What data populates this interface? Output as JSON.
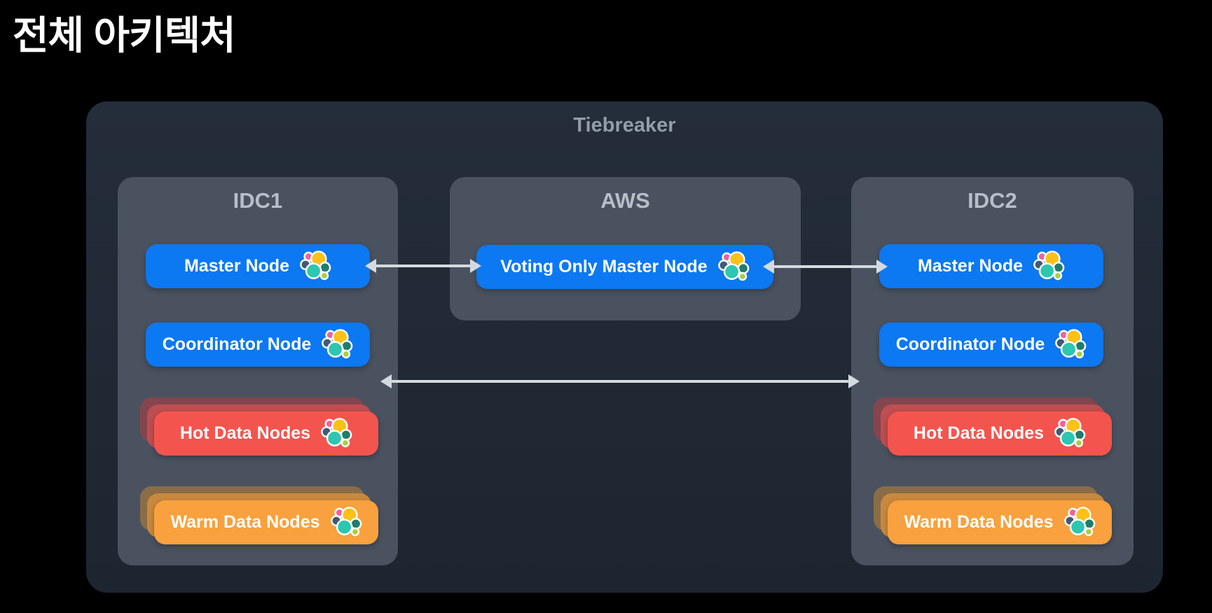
{
  "title": "전체 아키텍처",
  "cluster": {
    "tiebreaker_label": "Tiebreaker",
    "zones": [
      {
        "id": "idc1",
        "title": "IDC1",
        "nodes": [
          {
            "label": "Master Node",
            "type": "single",
            "color": "#0c78f2"
          },
          {
            "label": "Coordinator Node",
            "type": "single",
            "color": "#0c78f2"
          },
          {
            "label": "Hot Data Nodes",
            "type": "stacked",
            "color": "#f4544e"
          },
          {
            "label": "Warm Data Nodes",
            "type": "stacked",
            "color": "#f8a13e"
          }
        ]
      },
      {
        "id": "aws",
        "title": "AWS",
        "nodes": [
          {
            "label": "Voting Only Master Node",
            "type": "single",
            "color": "#0c78f2"
          }
        ]
      },
      {
        "id": "idc2",
        "title": "IDC2",
        "nodes": [
          {
            "label": "Master Node",
            "type": "single",
            "color": "#0c78f2"
          },
          {
            "label": "Coordinator Node",
            "type": "single",
            "color": "#0c78f2"
          },
          {
            "label": "Hot Data Nodes",
            "type": "stacked",
            "color": "#f4544e"
          },
          {
            "label": "Warm Data Nodes",
            "type": "stacked",
            "color": "#f8a13e"
          }
        ]
      }
    ],
    "connections": [
      {
        "from": "idc1-master-node",
        "to": "aws-voting-only-master-node",
        "style": "double-headed-arrow"
      },
      {
        "from": "aws-voting-only-master-node",
        "to": "idc2-master-node",
        "style": "double-headed-arrow"
      },
      {
        "from": "idc1-panel",
        "to": "idc2-panel",
        "style": "double-headed-arrow"
      }
    ],
    "node_icon": "elasticsearch-logo"
  },
  "colors": {
    "background": "#000000",
    "container": "#212a36",
    "panel": "#4a5260",
    "node_blue": "#0c78f2",
    "node_hot_red": "#f4544e",
    "node_warm_orange": "#f8a13e",
    "arrow": "#d5dae0",
    "title_text": "#ffffff",
    "tiebreaker_text": "#929da9",
    "panel_title_text": "#b6bec7",
    "logo_pink": "#f0609e",
    "logo_yellow": "#fdc117",
    "logo_blue": "#40597a",
    "logo_teal": "#2cc6b1",
    "logo_green": "#217c6b",
    "logo_lime": "#a8cf3d"
  }
}
